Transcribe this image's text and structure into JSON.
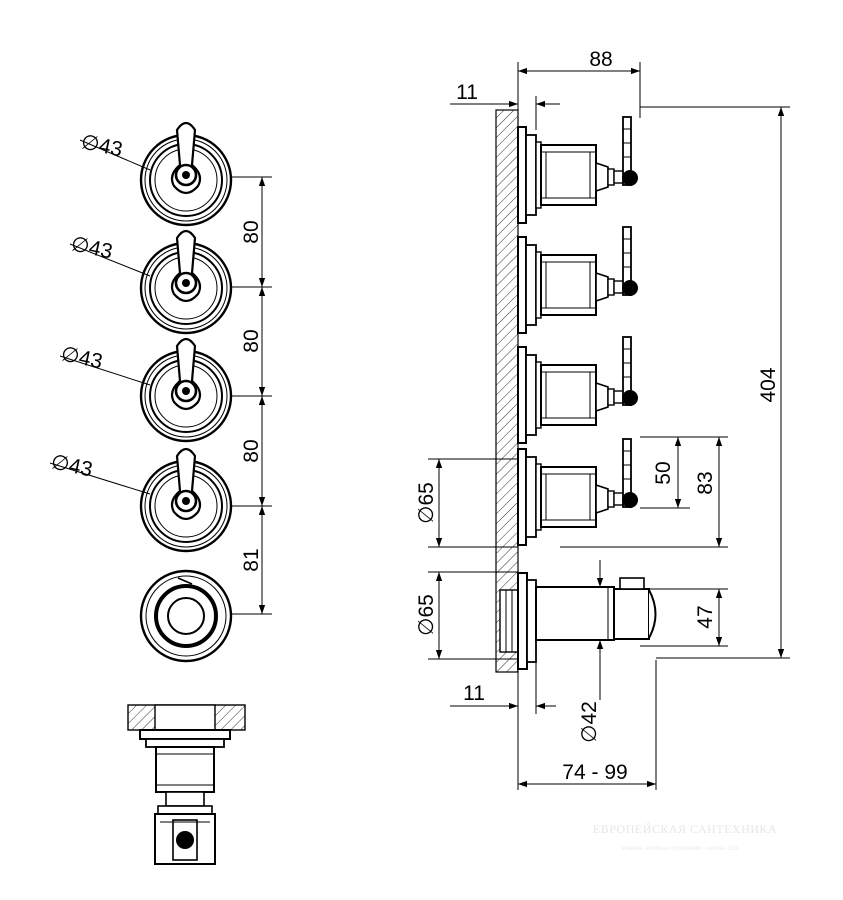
{
  "front_view": {
    "diameter_labels": [
      "∅43",
      "∅43",
      "∅43",
      "∅43"
    ],
    "spacing_labels": [
      "80",
      "80",
      "80",
      "81"
    ]
  },
  "side_view": {
    "top_width": "88",
    "top_offset": "11",
    "total_height": "404",
    "lever_height": "50",
    "lever_span": "83",
    "rosette_diameter_upper": "∅65",
    "rosette_diameter_lower": "∅65",
    "spout_height": "47",
    "bottom_offset": "11",
    "spout_diameter": "∅42",
    "depth_range": "74 - 99"
  },
  "watermark": {
    "title": "ЕВРОПЕЙСКАЯ САНТЕХНИКА",
    "subtitle": "КАМЕНЬ • ПЛИТКА • ОТОПЛЕНИЕ • САУНЫ • СПА"
  },
  "colors": {
    "line": "#000000",
    "watermark": "#e6e6e6"
  }
}
